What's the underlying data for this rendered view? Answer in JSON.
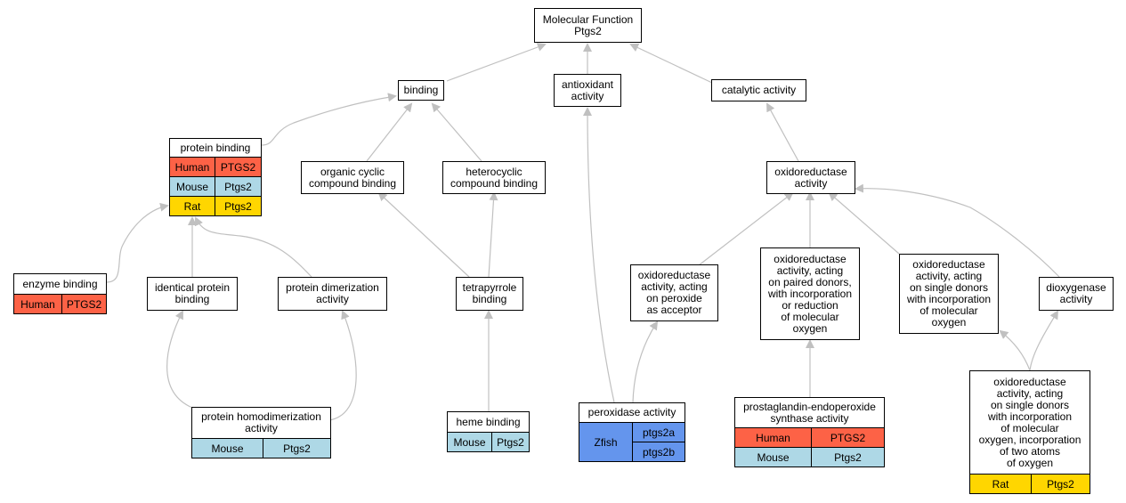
{
  "colors": {
    "Human": "#fd6246",
    "Mouse": "#aed8e6",
    "Rat": "#ffd600",
    "Zfish": "#6495ed",
    "edge": "#c0c0c0"
  },
  "nodes": {
    "mf": {
      "lines": [
        "Molecular Function",
        "Ptgs2"
      ]
    },
    "binding": {
      "lines": [
        "binding"
      ]
    },
    "antioxidant": {
      "lines": [
        "antioxidant",
        "activity"
      ]
    },
    "catalytic": {
      "lines": [
        "catalytic activity"
      ]
    },
    "protein_binding": {
      "lines": [
        "protein binding"
      ],
      "rows": [
        {
          "species": "Human",
          "gene": "PTGS2"
        },
        {
          "species": "Mouse",
          "gene": "Ptgs2"
        },
        {
          "species": "Rat",
          "gene": "Ptgs2"
        }
      ]
    },
    "organic_cyclic": {
      "lines": [
        "organic cyclic",
        "compound binding"
      ]
    },
    "heterocyclic": {
      "lines": [
        "heterocyclic",
        "compound binding"
      ]
    },
    "oxidoreductase": {
      "lines": [
        "oxidoreductase",
        "activity"
      ]
    },
    "enzyme_binding": {
      "lines": [
        "enzyme binding"
      ],
      "rows": [
        {
          "species": "Human",
          "gene": "PTGS2"
        }
      ]
    },
    "identical_protein": {
      "lines": [
        "identical protein",
        "binding"
      ]
    },
    "protein_dimerization": {
      "lines": [
        "protein dimerization",
        "activity"
      ]
    },
    "tetrapyrrole": {
      "lines": [
        "tetrapyrrole",
        "binding"
      ]
    },
    "oxido_peroxide": {
      "lines": [
        "oxidoreductase",
        "activity, acting",
        "on peroxide",
        "as acceptor"
      ]
    },
    "oxido_paired": {
      "lines": [
        "oxidoreductase",
        "activity, acting",
        "on paired donors,",
        "with incorporation",
        "or reduction",
        "of molecular",
        "oxygen"
      ]
    },
    "oxido_single": {
      "lines": [
        "oxidoreductase",
        "activity, acting",
        "on single donors",
        "with incorporation",
        "of molecular",
        "oxygen"
      ]
    },
    "dioxygenase": {
      "lines": [
        "dioxygenase",
        "activity"
      ]
    },
    "homodimerization": {
      "lines": [
        "protein homodimerization",
        "activity"
      ],
      "rows": [
        {
          "species": "Mouse",
          "gene": "Ptgs2"
        }
      ]
    },
    "heme_binding": {
      "lines": [
        "heme binding"
      ],
      "rows": [
        {
          "species": "Mouse",
          "gene": "Ptgs2"
        }
      ]
    },
    "peroxidase": {
      "lines": [
        "peroxidase activity"
      ],
      "fish": {
        "species": "Zfish",
        "genes": [
          "ptgs2a",
          "ptgs2b"
        ]
      }
    },
    "prostaglandin": {
      "lines": [
        "prostaglandin-endoperoxide",
        "synthase activity"
      ],
      "rows": [
        {
          "species": "Human",
          "gene": "PTGS2"
        },
        {
          "species": "Mouse",
          "gene": "Ptgs2"
        }
      ]
    },
    "oxido_two_atoms": {
      "lines": [
        "oxidoreductase",
        "activity, acting",
        "on single donors",
        "with incorporation",
        "of molecular",
        "oxygen, incorporation",
        "of two atoms",
        "of oxygen"
      ],
      "rows": [
        {
          "species": "Rat",
          "gene": "Ptgs2"
        }
      ]
    }
  }
}
